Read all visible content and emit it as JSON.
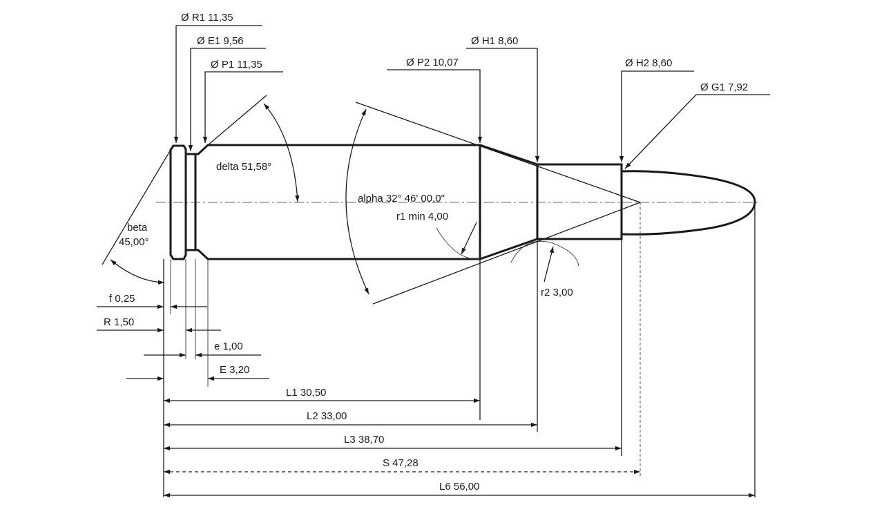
{
  "labels": {
    "r1": "Ø R1  11,35",
    "e1": "Ø E1  9,56",
    "p1": "Ø P1  11,35",
    "p2": "Ø P2  10,07",
    "h1": "Ø H1  8,60",
    "h2": "Ø H2  8,60",
    "g1": "Ø G1  7,92",
    "delta": "delta  51,58°",
    "alpha": "alpha  32° 46' 00,0\"",
    "r1min": "r1 min  4,00",
    "beta": "beta",
    "beta_value": "45,00°",
    "r2": "r2  3,00",
    "f": "f  0,25",
    "R": "R  1,50",
    "e": "e  1,00",
    "E": "E  3,20",
    "L1": "L1  30,50",
    "L2": "L2  33,00",
    "L3": "L3  38,70",
    "S": "S  47,28",
    "L6": "L6  56,00"
  }
}
